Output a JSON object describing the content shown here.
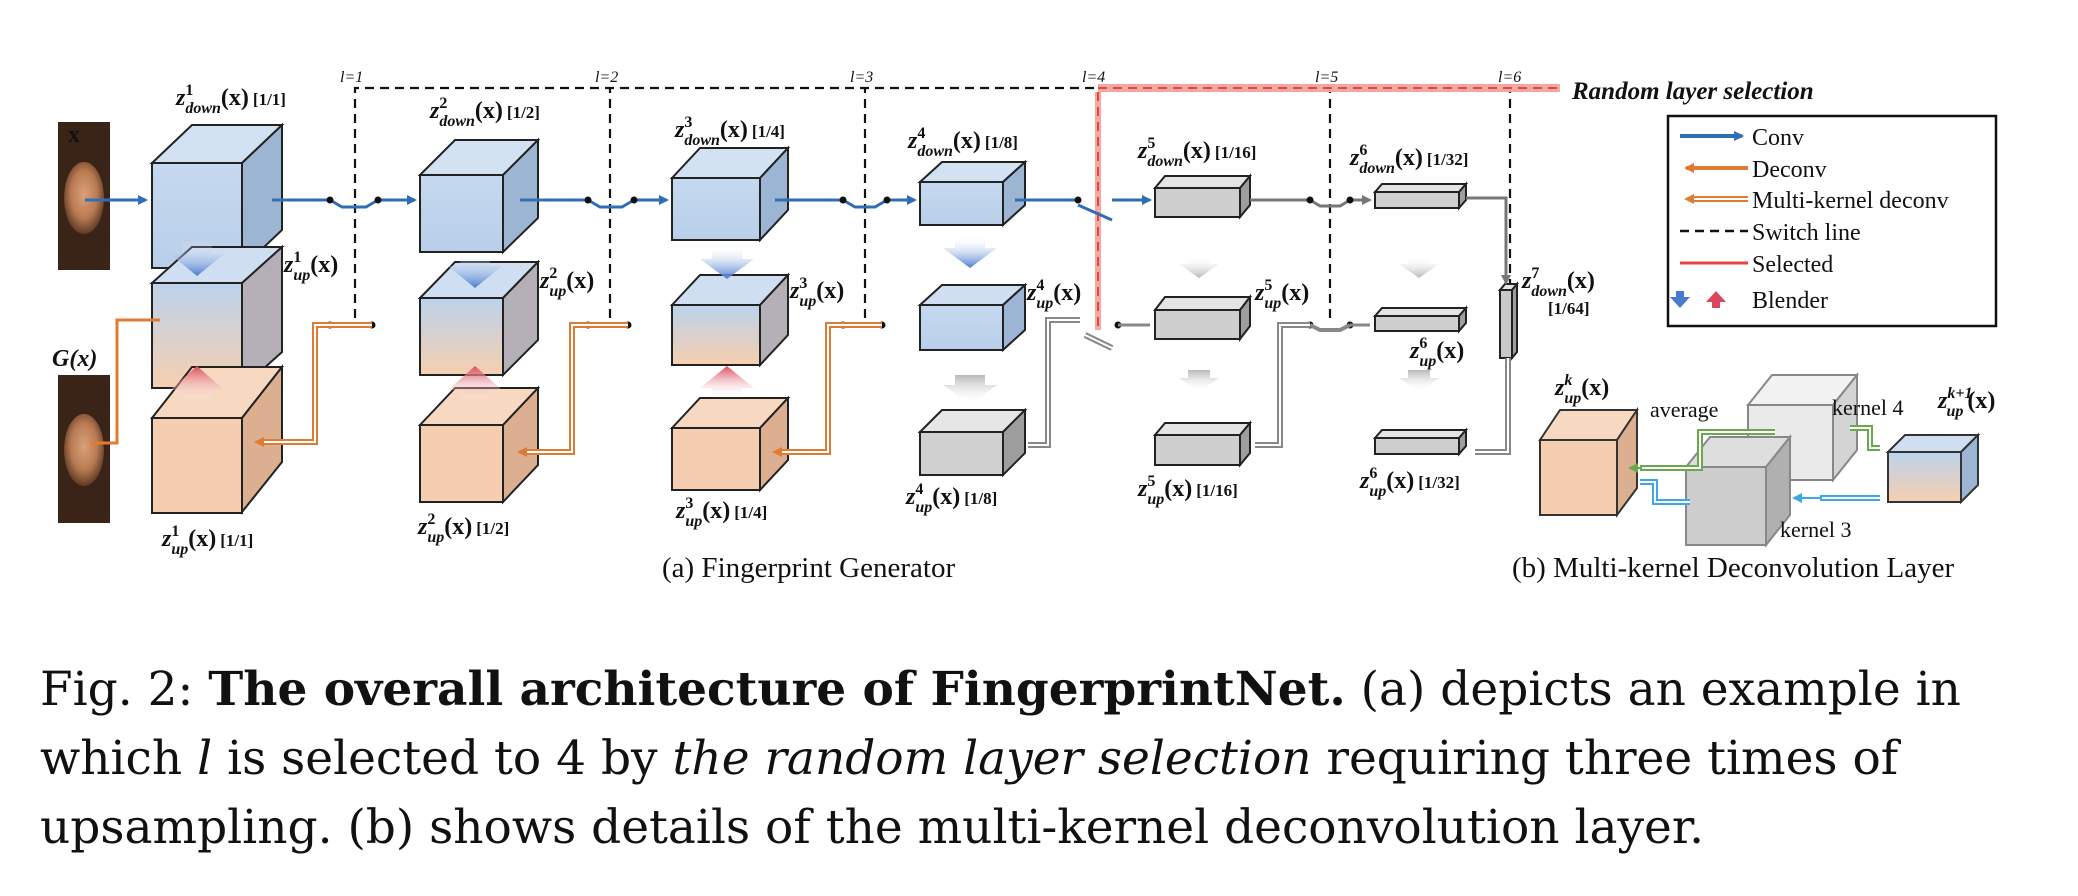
{
  "figure": {
    "input_label": "x",
    "output_label": "G(x)",
    "random_layer_label": "Random layer selection",
    "level_labels": [
      "l=1",
      "l=2",
      "l=3",
      "l=4",
      "l=5",
      "l=6"
    ],
    "down_labels": [
      {
        "sup": "1",
        "scale": "[1/1]"
      },
      {
        "sup": "2",
        "scale": "[1/2]"
      },
      {
        "sup": "3",
        "scale": "[1/4]"
      },
      {
        "sup": "4",
        "scale": "[1/8]"
      },
      {
        "sup": "5",
        "scale": "[1/16]"
      },
      {
        "sup": "6",
        "scale": "[1/32]"
      },
      {
        "sup": "7",
        "scale": "[1/64]"
      }
    ],
    "up_hat_sups": [
      "1",
      "2",
      "3",
      "4",
      "5",
      "6"
    ],
    "up_labels": [
      {
        "sup": "1",
        "scale": "[1/1]"
      },
      {
        "sup": "2",
        "scale": "[1/2]"
      },
      {
        "sup": "3",
        "scale": "[1/4]"
      },
      {
        "sup": "4",
        "scale": "[1/8]"
      },
      {
        "sup": "5",
        "scale": "[1/16]"
      },
      {
        "sup": "6",
        "scale": "[1/32]"
      }
    ],
    "z": "z",
    "down_sub": "down",
    "up_sub": "up",
    "arg": "(x)",
    "caption_a": "(a) Fingerprint Generator",
    "caption_b": "(b) Multi-kernel Deconvolution Layer",
    "legend": [
      {
        "label": "Conv",
        "color": "#2f6eb5"
      },
      {
        "label": "Deconv",
        "color": "#e07b34"
      },
      {
        "label": "Multi-kernel deconv",
        "color": "#e07b34"
      },
      {
        "label": "Switch line",
        "color": "#111111"
      },
      {
        "label": "Selected",
        "color": "#e8463c"
      },
      {
        "label": "Blender",
        "color": "#4a7bd0"
      }
    ],
    "mk": {
      "zk_sup": "k",
      "zk1_sup": "k+1",
      "average": "average",
      "kernel4": "kernel 4",
      "kernel3": "kernel 3",
      "kernel4_color": "#6aa84f",
      "kernel3_color": "#3ca8e6"
    }
  },
  "caption": {
    "prefix": "Fig. 2: ",
    "bold": "The overall architecture of FingerprintNet.",
    "part1": " (a) depicts an example in which ",
    "l": "l",
    "part2": " is selected to 4 by ",
    "italic": "the random layer selection",
    "part3": " requiring three times of upsampling. (b) shows details of the multi-kernel deconvolution layer."
  }
}
